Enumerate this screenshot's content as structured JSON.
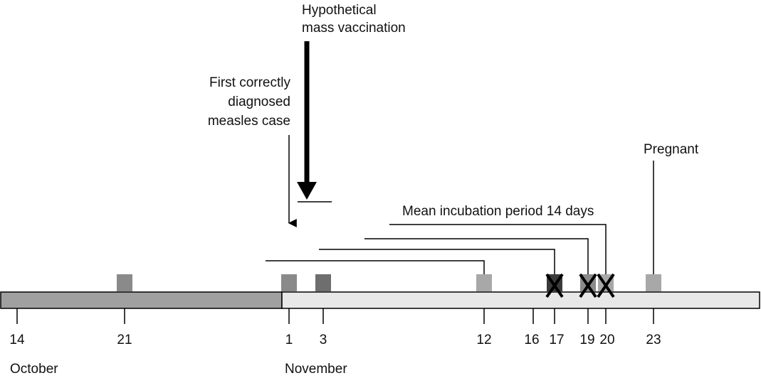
{
  "annotations": {
    "vaccination": [
      "Hypothetical",
      "mass vaccination"
    ],
    "first_case": [
      "First correctly",
      "diagnosed",
      "measles case"
    ],
    "pregnant": "Pregnant",
    "incubation": "Mean incubation period 14 days"
  },
  "ticks": [
    "14",
    "21",
    "1",
    "3",
    "12",
    "16",
    "17",
    "19",
    "20",
    "23"
  ],
  "months": [
    "October",
    "November"
  ],
  "colors": {
    "october_band": "#a0a0a0",
    "november_band": "#e8e8e8",
    "case_mid": "#8a8a8a",
    "case_dark": "#6e6e6e",
    "case_light": "#a8a8a8",
    "case_black": "#3a3a3a"
  }
}
